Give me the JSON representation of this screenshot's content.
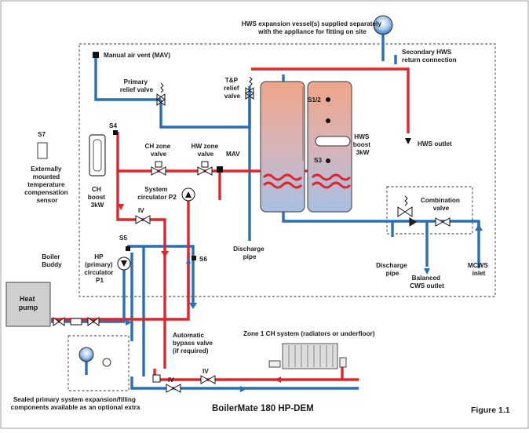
{
  "labels": {
    "hws_expansion": [
      "HWS expansion vessel(s) supplied separately",
      "with the appliance for fitting on site"
    ],
    "manual_air_vent": "Manual air vent (MAV)",
    "secondary_hws_return": [
      "Secondary HWS",
      "return connection"
    ],
    "primary_relief": [
      "Primary",
      "relief valve"
    ],
    "tp_relief": [
      "T&P",
      "relief",
      "valve"
    ],
    "s1_2": "S1/2",
    "s3": "S3",
    "s4": "S4",
    "s5": "S5",
    "s6": "S6",
    "s7": "S7",
    "hws_outlet": "HWS outlet",
    "hws_boost": [
      "HWS",
      "boost",
      "3kW"
    ],
    "ch_zone_valve": [
      "CH zone",
      "valve"
    ],
    "hw_zone_valve": [
      "HW zone",
      "valve"
    ],
    "mav": "MAV",
    "external_sensor": [
      "Externally",
      "mounted",
      "temperature",
      "compensation",
      "sensor"
    ],
    "ch_boost": [
      "CH",
      "boost",
      "3kW"
    ],
    "system_circulator": [
      "System",
      "circulator P2"
    ],
    "iv": "IV",
    "combination_valve": [
      "Combination",
      "valve"
    ],
    "discharge_pipe_1": [
      "Discharge",
      "pipe"
    ],
    "discharge_pipe_2": [
      "Discharge",
      "pipe"
    ],
    "balanced_cws": [
      "Balanced",
      "CWS outlet"
    ],
    "mcws_inlet": [
      "MCWS",
      "inlet"
    ],
    "hp_circulator": [
      "HP",
      "(primary)",
      "circulator",
      "P1"
    ],
    "boiler_buddy": [
      "Boiler",
      "Buddy"
    ],
    "heat_pump": [
      "Heat",
      "pump"
    ],
    "auto_bypass": [
      "Automatic",
      "bypass valve",
      "(if required)"
    ],
    "zone1": "Zone 1 CH system (radiators or underfloor)",
    "sealed_primary": [
      "Sealed primary system expansion/filling",
      "components available as an optional extra"
    ],
    "product": "BoilerMate 180 HP-DEM",
    "figure": "Figure 1.1"
  },
  "colors": {
    "flow": "#e0262c",
    "return": "#2a6fb6",
    "tank_top": "#eea589",
    "tank_bottom": "#a8bfe3"
  }
}
